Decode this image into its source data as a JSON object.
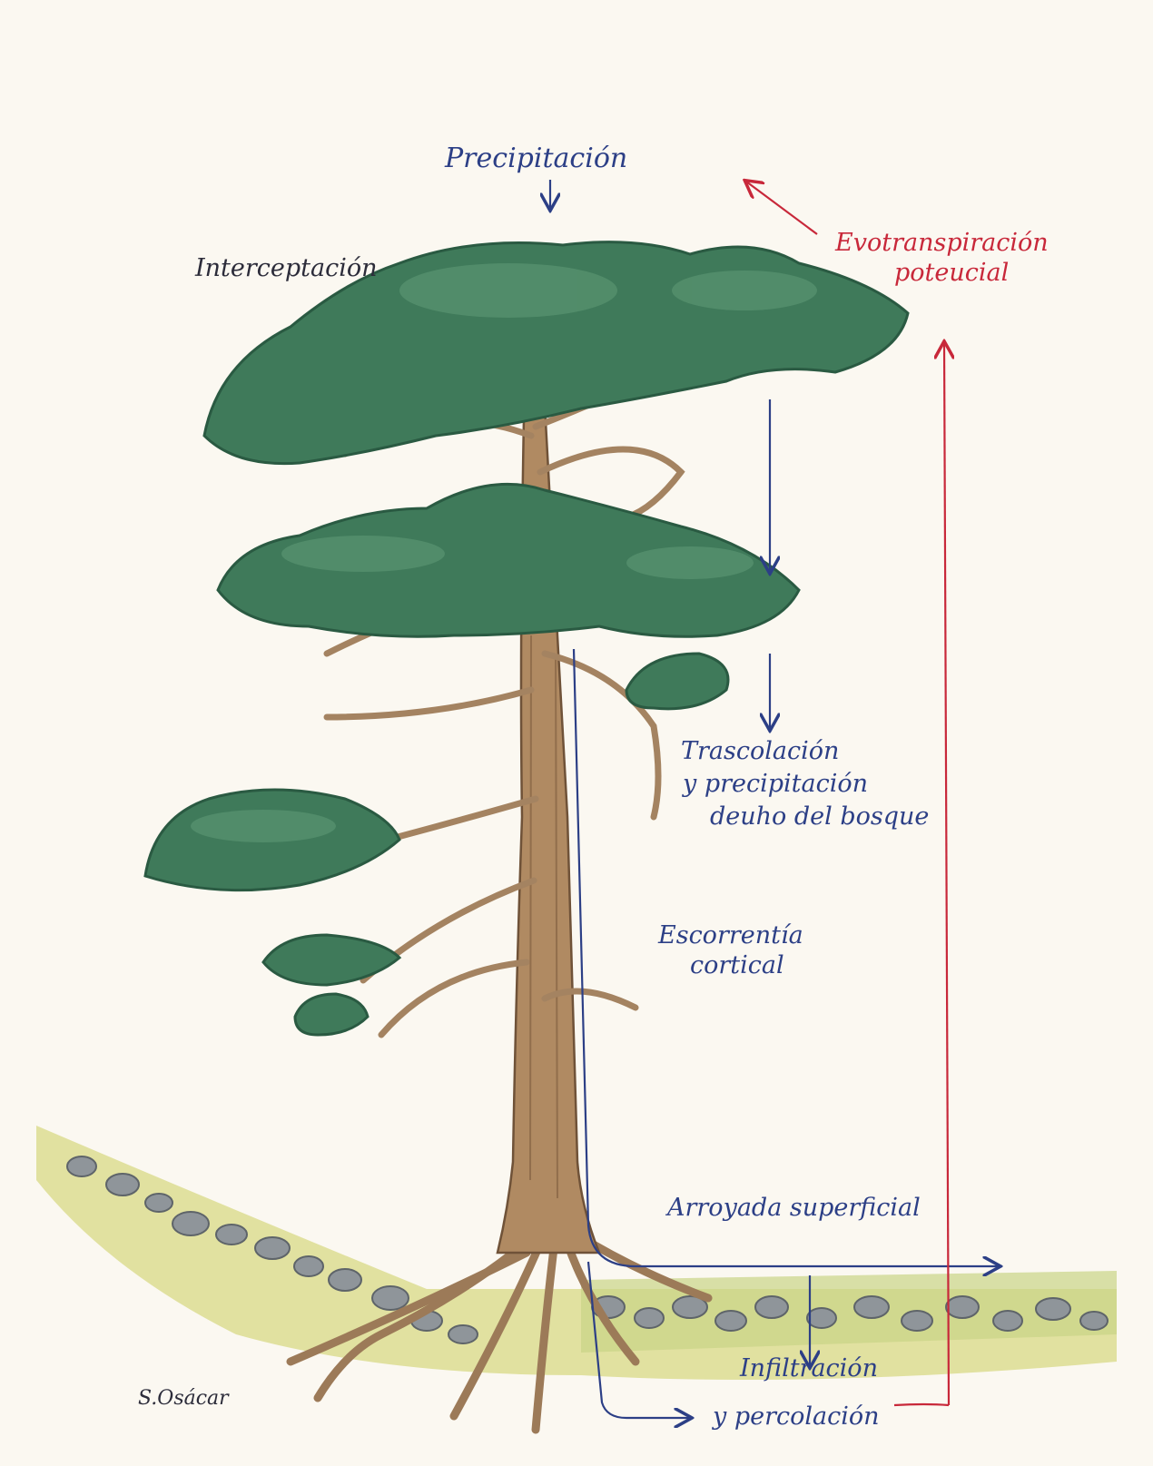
{
  "labels": {
    "precipitacion": "Precipitación",
    "interceptacion": "Interceptación",
    "evotranspiracion_1": "Evotranspiración",
    "evotranspiracion_2": "poteucial",
    "trascolacion_1": "Trascolación",
    "trascolacion_2": "y precipitación",
    "trascolacion_3": "deuho del bosque",
    "escorrentia_1": "Escorrentía",
    "escorrentia_2": "cortical",
    "arroyada": "Arroyada superficial",
    "infiltracion_1": "Infiltración",
    "infiltracion_2": "y percolación",
    "signature": "S.Osácar"
  },
  "colors": {
    "blue_arrows": "#2c3f86",
    "red_arrows": "#c8283a",
    "foliage": "#3f7a5a",
    "trunk": "#a88560",
    "ground": "#d9dc8a"
  }
}
